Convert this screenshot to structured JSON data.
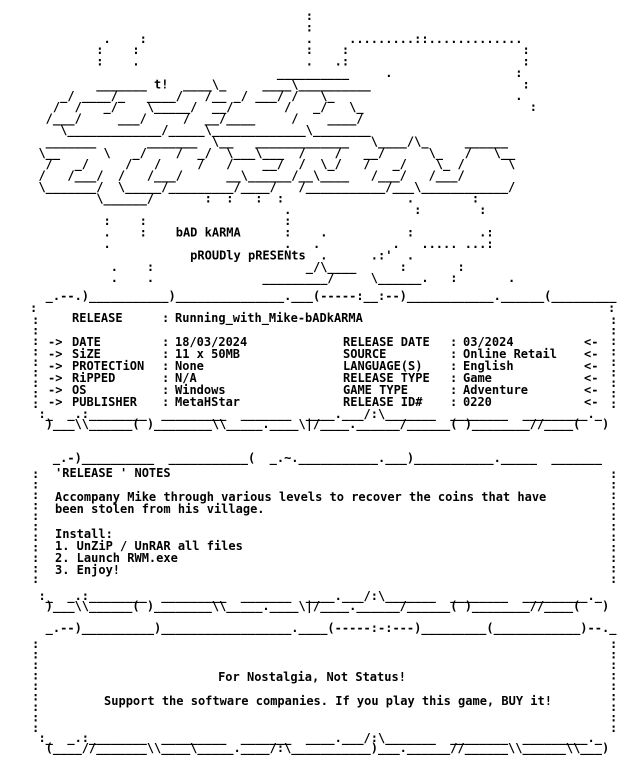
{
  "document": {
    "logo_art": [
      "                                       :",
      "                                       :",
      "           .    :                      .     .........::.............",
      "          :    :                       :    :                        :",
      "          :    .                       .   .:                        :",
      "                                   __________     .                 :",
      "          _______ t!  ____\\_     ____\\__________                     :",
      "     _/ ____/_   ____/   /__ _/ ___/ /   \\_                         .",
      "    /  /   _/    \\_____/  __/       /   _/   \\_                       :",
      "   /___/     ___/     /  __/____     /    ____/                       ",
      "     \\_____________/_____\\_____________\\________                       ",
      "   _______       _______  \\__   _____________   \\____/\\_     ______",
      "  \\__      \\   _/    /  _/  \\___\\___  /    /   __/      \\_   /   \\__",
      "   /   _/     /   /     /   /    __/  /  \\_/   /   _/    \\_ /      \\",
      "  /   /___/  /   /___/      __\\______/__\\____   /___/   /___/",
      "  \\_______/  \\_____/_________/____/   /___________/___\\____________/",
      "          \\______/       :  :   :  :                 .        :",
      "                                    .                 :        :",
      "           :    :                   :",
      "           .    :    bAD kARMA      :    .           :         .:",
      "           .                        .   .          .   ..... ...:",
      "                       pROUDly pRESENts  .      .:'  .",
      "            .    :                     _/\\____      :       :",
      "            .    .               _________/     \\______.   :       .",
      "   _.--.)___________)_______________.___(-----:__:--)____________.______(_________",
      "  ;                                                                              :"
    ],
    "release_box": {
      "release_label": "RELEASE",
      "release_name": "Running_with_Mike-bADkARMA",
      "left_fields": [
        {
          "label": "DATE",
          "value": "18/03/2024"
        },
        {
          "label": "SiZE",
          "value": "11 x 50MB"
        },
        {
          "label": "PROTECTiON",
          "value": "None"
        },
        {
          "label": "RiPPED",
          "value": "N/A"
        },
        {
          "label": "OS",
          "value": "Windows"
        },
        {
          "label": "PUBLISHER",
          "value": "MetaHStar"
        }
      ],
      "right_fields": [
        {
          "label": "RELEASE DATE",
          "value": "03/2024"
        },
        {
          "label": "SOURCE",
          "value": "Online Retail"
        },
        {
          "label": "LANGUAGE(S)",
          "value": "English"
        },
        {
          "label": "RELEASE TYPE",
          "value": "Game"
        },
        {
          "label": "GAME TYPE",
          "value": "Adventure"
        },
        {
          "label": "RELEASE ID#",
          "value": "0220"
        }
      ],
      "left_arrow": "->",
      "right_arrow": "<-"
    },
    "notes_box": {
      "title": "'RELEASE ' NOTES",
      "description": [
        "Accompany Mike through various levels to recover the coins that have",
        "been stolen from his village."
      ],
      "install_heading": "Install:",
      "install_steps": [
        "1. UnZiP / UnRAR all files",
        "2. Launch RWM.exe",
        "3. Enjoy!"
      ]
    },
    "footer_box": {
      "slogan": "For Nostalgia, Not Status!",
      "support": "Support the software companies. If you play this game, BUY it!"
    },
    "border_art": {
      "box_top": "   _.--.)___________)_______________.___(-----:__:--)____________.______(_________",
      "box_top_notes": "    _.-)__________  ___________(  _.~.___________.___)___________._____  _______",
      "box_top_footer": "   _.--)__________)__________________.____(-----:-:---)_________(____________)--._",
      "box_bottom": "  :_  _.:________  _________  _______  ____.___/:\\_______  ________  _________._ ",
      "box_bottom_end": "   )___\\\\______( )________\\\\_____.____\\|/____.______/______( )________//____(   )",
      "box_bottom_footer": "   (____//_______\\\\____\\_____.____/:\\___________)___.______//______\\\\______\\\\___)",
      "side_left": ":",
      "side_right": ":"
    }
  }
}
